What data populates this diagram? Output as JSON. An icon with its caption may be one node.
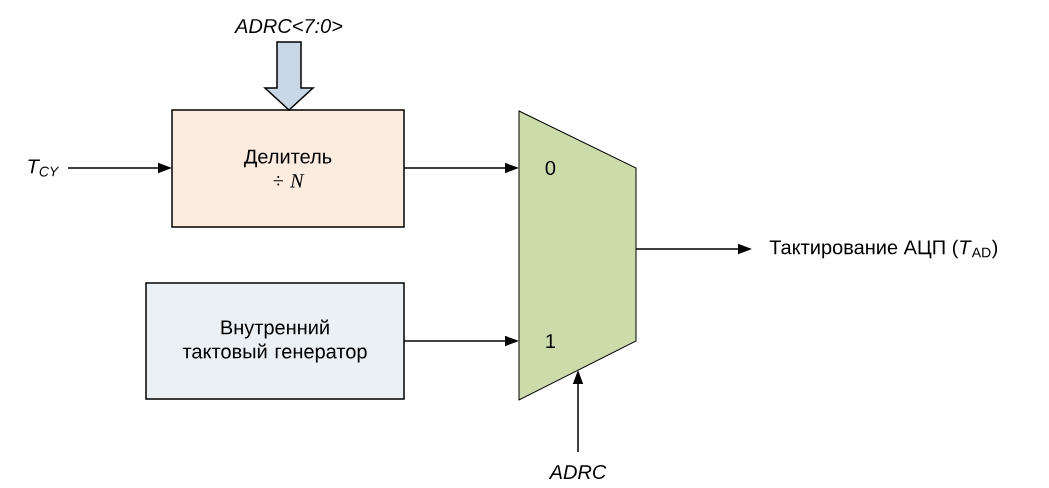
{
  "diagram": {
    "nodes": [
      {
        "text": [
          "T$_{CY}$"
        ]
      },
      {
        "text": [
          "ADRC<7:0>"
        ]
      },
      {
        "text": [
          "Делитель",
          "÷ N"
        ]
      },
      {
        "text": [
          "Внутренний тактовый генератор"
        ]
      },
      {
        "text": [
          "0",
          "1"
        ]
      },
      {
        "text": [
          "Тактирование АЦП (*T*$_{AD}$)"
        ]
      },
      {
        "text": [
          "ADRC"
        ]
      }
    ],
    "edges": [
      {
        "from": 0,
        "to": 2,
        "arrow": "to"
      },
      {
        "from": 1,
        "to": 2,
        "arrow": "to",
        "style": "thick"
      },
      {
        "from": 2,
        "to": 4,
        "arrow": "to"
      },
      {
        "from": 3,
        "to": 4,
        "arrow": "to"
      },
      {
        "from": 4,
        "to": 5,
        "arrow": "to"
      },
      {
        "from": 6,
        "to": 4,
        "arrow": "to"
      }
    ]
  }
}
